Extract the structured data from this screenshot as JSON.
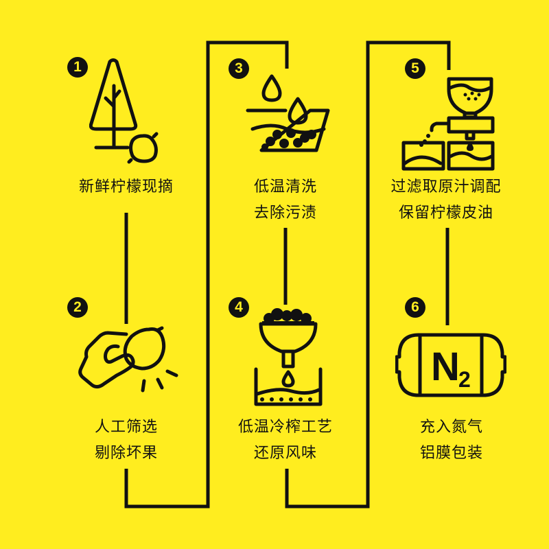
{
  "colors": {
    "background": "#FFED1F",
    "ink": "#111111"
  },
  "steps": [
    {
      "number": "1",
      "icon": "lemon-tree-icon",
      "lines": [
        "新鲜柠檬现摘"
      ]
    },
    {
      "number": "2",
      "icon": "hand-picking-lemon-icon",
      "lines": [
        "人工筛选",
        "剔除坏果"
      ]
    },
    {
      "number": "3",
      "icon": "washing-basin-icon",
      "lines": [
        "低温清洗",
        "去除污渍"
      ]
    },
    {
      "number": "4",
      "icon": "cold-press-funnel-icon",
      "lines": [
        "低温冷榨工艺",
        "还原风味"
      ]
    },
    {
      "number": "5",
      "icon": "filter-machine-icon",
      "lines": [
        "过滤取原汁调配",
        "保留柠檬皮油"
      ]
    },
    {
      "number": "6",
      "icon": "nitrogen-capsule-icon",
      "lines": [
        "充入氮气",
        "铝膜包装"
      ],
      "icon_text": {
        "main": "N",
        "sub": "2"
      }
    }
  ]
}
